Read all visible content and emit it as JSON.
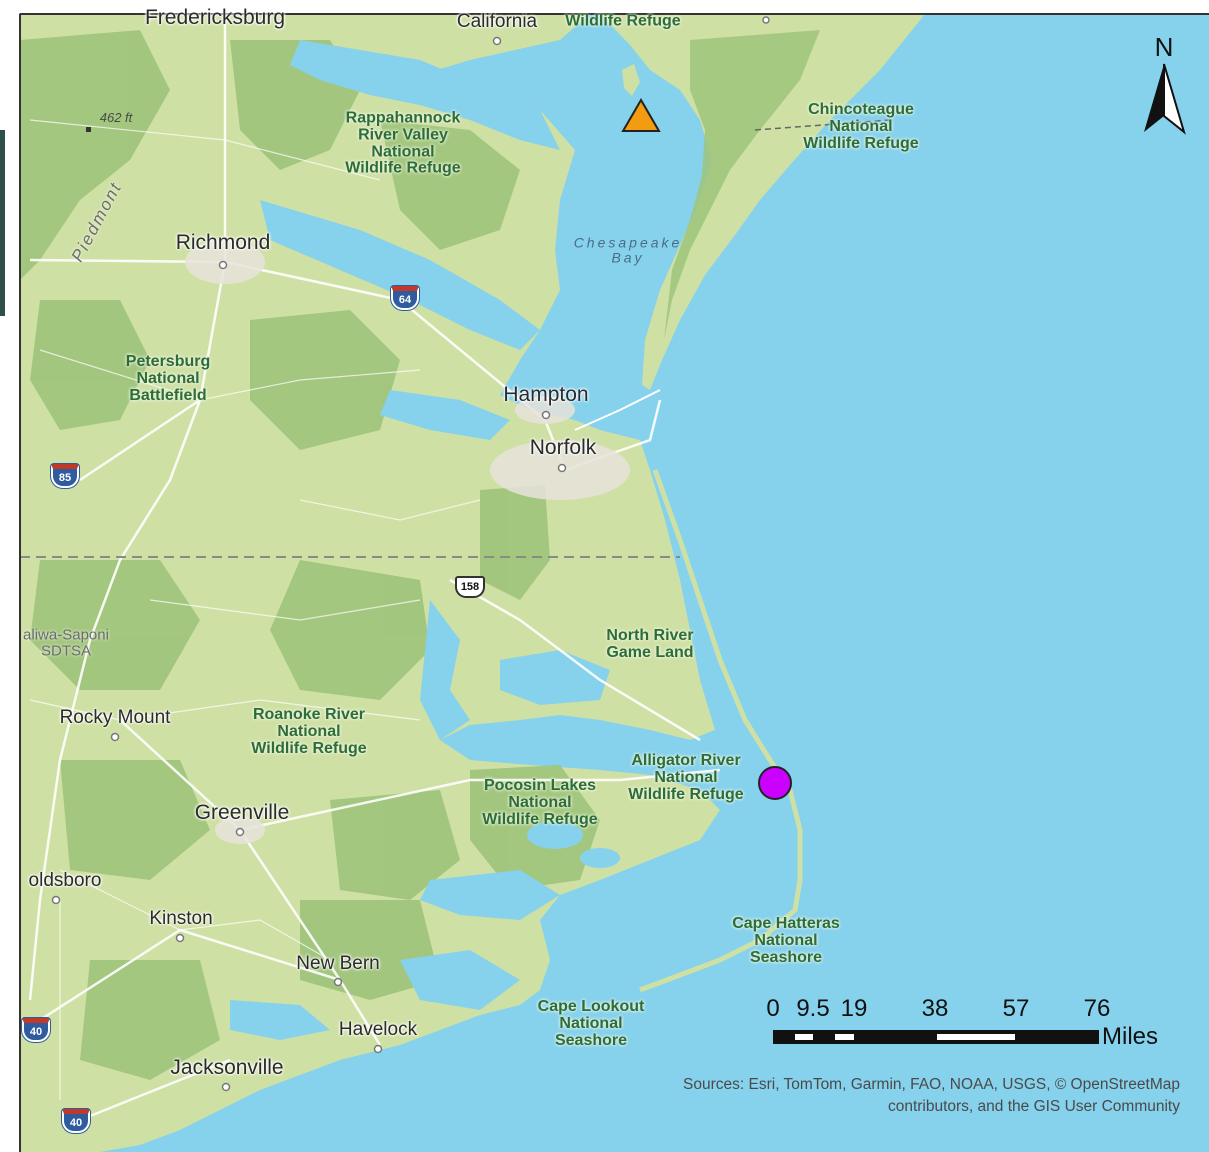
{
  "cities": {
    "fredericksburg": "Fredericksburg",
    "california": "California",
    "richmond": "Richmond",
    "hampton": "Hampton",
    "norfolk": "Norfolk",
    "rocky_mount": "Rocky Mount",
    "greenville": "Greenville",
    "goldsboro": "oldsboro",
    "kinston": "Kinston",
    "new_bern": "New Bern",
    "havelock": "Havelock",
    "jacksonville": "Jacksonville"
  },
  "parks": {
    "wildlife_refuge_top": "Wildlife Refuge",
    "rappahannock": "Rappahannock\nRiver Valley\nNational\nWildlife Refuge",
    "chincoteague": "Chincoteague\nNational\nWildlife Refuge",
    "petersburg": "Petersburg\nNational\nBattlefield",
    "north_river": "North River\nGame Land",
    "roanoke": "Roanoke River\nNational\nWildlife Refuge",
    "alligator": "Alligator River\nNational\nWildlife Refuge",
    "pocosin": "Pocosin Lakes\nNational\nWildlife Refuge",
    "cape_hatteras": "Cape Hatteras\nNational\nSeashore",
    "cape_lookout": "Cape Lookout\nNational\nSeashore"
  },
  "water": {
    "chesapeake": "Chesapeake\nBay"
  },
  "regions": {
    "piedmont": "Piedmont",
    "haliwa": "aliwa-Saponi\nSDTSA"
  },
  "elevation": {
    "label": "462 ft"
  },
  "shields": {
    "i64": "64",
    "i85": "85",
    "us158": "158",
    "i40a": "40",
    "i40b": "40"
  },
  "markers": {
    "triangle": {
      "shape": "triangle",
      "color": "#f39c12"
    },
    "circle": {
      "shape": "circle",
      "color": "#cc00ff"
    }
  },
  "north_arrow": {
    "letter": "N"
  },
  "scale_bar": {
    "ticks": [
      "0",
      "9.5",
      "19",
      "38",
      "57",
      "76"
    ],
    "unit": "Miles"
  },
  "sources": {
    "line1": "Sources:  Esri, TomTom, Garmin, FAO, NOAA, USGS, © OpenStreetMap",
    "line2": "contributors, and the GIS User Community"
  },
  "colors": {
    "water": "#86d1ec",
    "land": "#cfe0a4",
    "forest": "#9fc47b",
    "marker_triangle": "#f39c12",
    "marker_circle": "#cc00ff"
  }
}
